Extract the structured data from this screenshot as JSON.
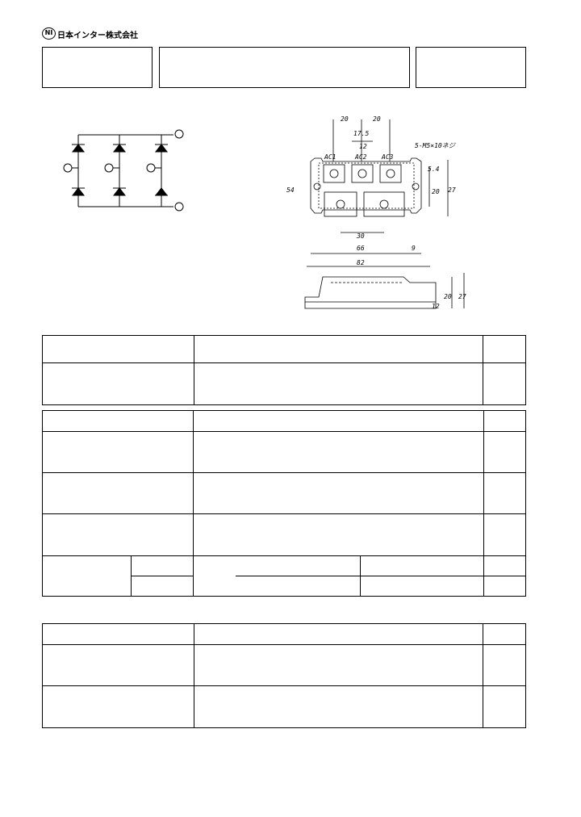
{
  "header": {
    "logo_mark": "NI",
    "company_name": "日本インター株式会社"
  },
  "title_boxes": [
    "",
    "",
    ""
  ],
  "drawing": {
    "labels": {
      "ac1": "AC1",
      "ac2": "AC2",
      "ac3": "AC3",
      "screw": "5-M5×10ネジ",
      "d_20a": "20",
      "d_20b": "20",
      "d_175": "17.5",
      "d_12": "12",
      "d_54": "5.4",
      "d_54b": "54",
      "d_20c": "20",
      "d_27": "27",
      "d_30": "30",
      "d_66": "66",
      "d_9": "9",
      "d_82": "82",
      "d_20d": "20",
      "d_27b": "27",
      "d_12b": "12"
    }
  }
}
